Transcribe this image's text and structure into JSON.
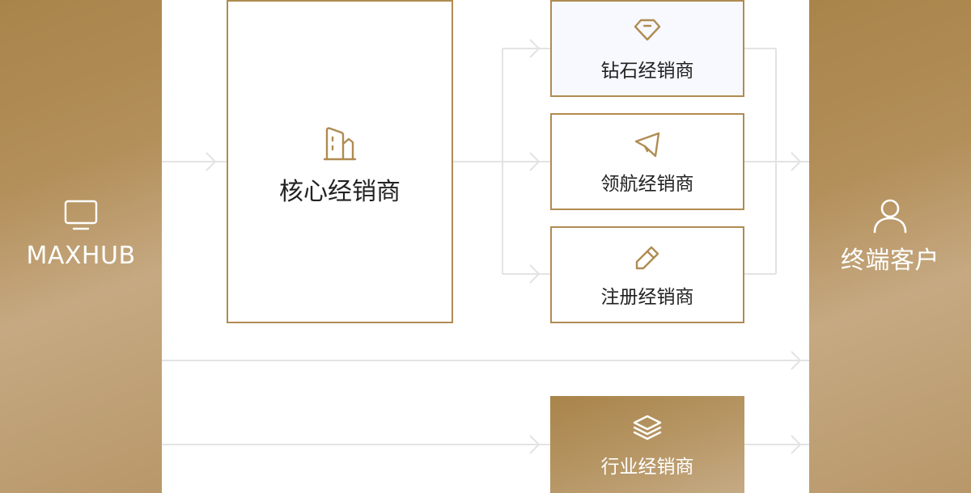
{
  "left_panel": {
    "label": "MAXHUB",
    "icon": "monitor-icon"
  },
  "right_panel": {
    "label": "终端客户",
    "icon": "user-icon"
  },
  "core": {
    "label": "核心经销商",
    "icon": "building-icon"
  },
  "dealers": [
    {
      "label": "钻石经销商",
      "icon": "diamond-icon"
    },
    {
      "label": "领航经销商",
      "icon": "paper-plane-icon"
    },
    {
      "label": "注册经销商",
      "icon": "pencil-icon"
    }
  ],
  "industry": {
    "label": "行业经销商",
    "icon": "layers-icon"
  },
  "colors": {
    "accent": "#b08b52",
    "line": "#e3e3e3",
    "highlight_bg": "#f7f9ff"
  }
}
